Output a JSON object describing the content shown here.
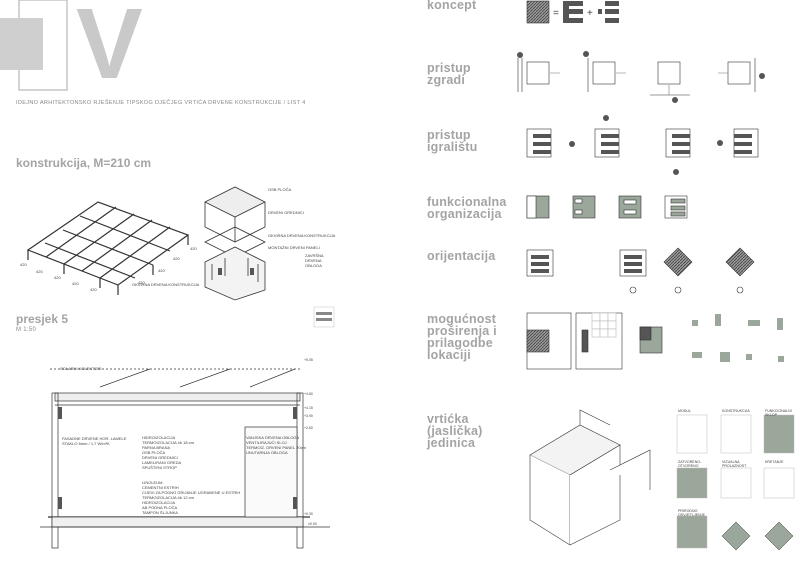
{
  "header": {
    "big_letter": "V",
    "subtitle": "IDEJNO ARHITEKTONSKO RJEŠENJE TIPSKOG DJEČJEG VRTIĆA DRVENE KONSTRUKCIJE  / LIST 4"
  },
  "construction": {
    "title": "konstrukcija, M=210 cm",
    "grid_dims": [
      "420",
      "420",
      "420",
      "420",
      "420",
      "420",
      "420",
      "420",
      "420"
    ],
    "grid_caption": "OKVIRNA DRVENA KONSTRUKCIJA",
    "layer_labels": [
      "OSB PLOČA",
      "DRVENI GREDNICI",
      "OKVIRNA DRVENA KONSTRUKCIJA",
      "MONTAŽNI DRVENI PANELI",
      "ZAVRŠNA DRVENA OBLOGA"
    ]
  },
  "section": {
    "title": "presjek 5",
    "scale": "M 1:50",
    "top_label": "SOLARNI KOLEKTORI",
    "levels": [
      "+5.05",
      "+4.60",
      "+4.15",
      "+3.90",
      "+2.60",
      "+0.30",
      "±0.00"
    ],
    "left_notes": [
      "FASADNE DRVENE HOR. LAMELE",
      "STAKLO 6mm / 1,7 W/m²K"
    ],
    "mid_notes_top": [
      "HIDROIZOLACIJA",
      "TERMOIZOLACIJA 4b 18 cm",
      "PARNA BRANA",
      "OSB PLOČA",
      "DRVENI GREDNICI",
      "LAMELIRANI GREDA",
      "SPUŠTENI STROP"
    ],
    "mid_notes_bottom": [
      "LINOLEUM",
      "CEMENTNI ESTRIH",
      "CIJEVI ZA PODNO GRIJANJE UGRAĐENE U ESTRIH",
      "TERMOIZOLACIJA 4b 12 cm",
      "HIDROIZOLACIJA",
      "AB PODNA PLOČA",
      "TAMPON ŠLJUNKA"
    ],
    "right_notes": [
      "VANJSKA DRVENA OBLOGA",
      "VENTILIRAJUĆI SLOJ",
      "TERMOIZ. DRVENI PANEL 20cm",
      "UNUTARNJA OBLOGA"
    ]
  },
  "right": {
    "koncept": "koncept",
    "pristup_zgradi": [
      "pristup",
      "zgradi"
    ],
    "pristup_igralistu": [
      "pristup",
      "igralištu"
    ],
    "funkcionalna": [
      "funkcionalna",
      "organizacija"
    ],
    "orijentacija": "orijentacija",
    "mogucnost": [
      "mogućnost",
      "proširenja i",
      "prilagodbe",
      "lokaciji"
    ],
    "jedinica": [
      "vrtićka",
      "(jaslička)",
      "jedinica"
    ],
    "unit_panels": [
      "MODUL",
      "KONSTRUKCIJA",
      "FUNKCIONALNI SKLOP",
      "ZATVORENO-OTVORENO",
      "VIZUALNA PROLAZNOST",
      "KRETANJE",
      "PRIRODNO OSVJETLJENJE"
    ]
  },
  "colors": {
    "heading": "#a4a4a4",
    "hatch": "#444444",
    "fill_green": "#9aa79a",
    "line": "#333333"
  }
}
